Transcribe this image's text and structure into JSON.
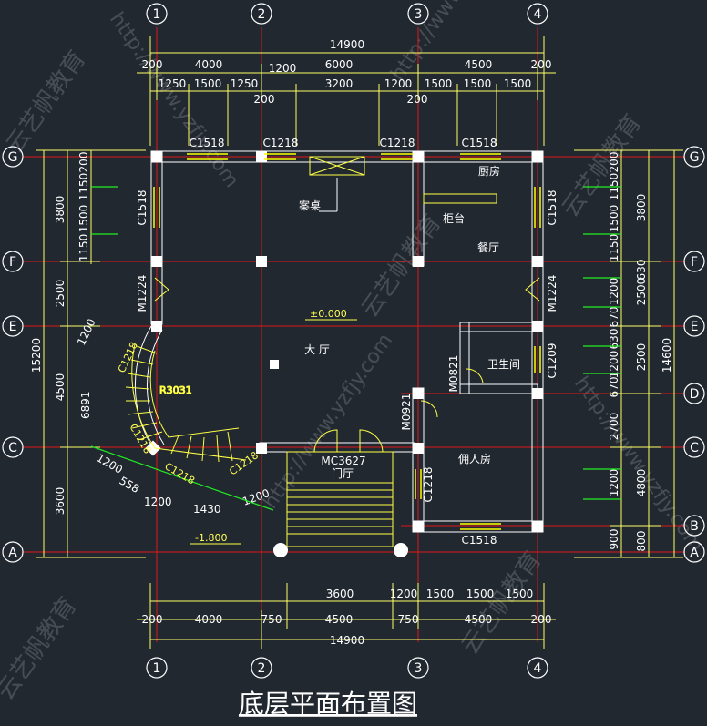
{
  "title": "底层平面布置图",
  "colors": {
    "background": "#212830",
    "grid": "#e01818",
    "dimension": "#ffff66",
    "wall": "#ffffff",
    "window": "#ffff00",
    "aux": "#22ee22"
  },
  "axes": {
    "top": [
      "1",
      "2",
      "3",
      "4"
    ],
    "bottom": [
      "1",
      "2",
      "3",
      "4"
    ],
    "left": [
      "G",
      "F",
      "E",
      "C",
      "A"
    ],
    "right": [
      "G",
      "F",
      "E",
      "D",
      "C",
      "B",
      "A"
    ]
  },
  "dims": {
    "top_total": "14900",
    "top_row": [
      "200",
      "4000",
      "1200",
      "6000",
      "4500",
      "200"
    ],
    "top_row2": [
      "1250",
      "1500",
      "1250",
      "3200",
      "1200",
      "1500",
      "1500",
      "1500"
    ],
    "top_row3": [
      "200",
      "200"
    ],
    "bottom_total": "14900",
    "bottom_row": [
      "200",
      "4000",
      "750",
      "4500",
      "750",
      "4500",
      "200"
    ],
    "bottom_row2": [
      "3600",
      "1200",
      "1500",
      "1500",
      "1500"
    ],
    "left_outer": "15200",
    "left_row": [
      "3800",
      "2500",
      "4500",
      "3600"
    ],
    "left_row2": [
      "200",
      "1150",
      "1500",
      "1150"
    ],
    "right_outer": "14600",
    "right_row": [
      "3800",
      "2500",
      "2500",
      "4800",
      "800"
    ],
    "right_row2": [
      "200",
      "1150",
      "1500",
      "1150",
      "630",
      "1200",
      "670",
      "630",
      "1200",
      "670",
      "2700",
      "1200",
      "900"
    ],
    "stair_dims": [
      "1200",
      "6891",
      "1200",
      "558",
      "1200",
      "1430",
      "1200"
    ]
  },
  "labels": {
    "windows": [
      "C1518",
      "C1218",
      "C1218",
      "C1518",
      "C1518",
      "C1518",
      "C1209",
      "C1218",
      "C1518",
      "C1218",
      "C1218",
      "C1218"
    ],
    "doors": [
      "M1224",
      "M1224",
      "M0821",
      "M0921",
      "MC3627"
    ],
    "rooms": {
      "altar": "案桌",
      "cabinet": "柜台",
      "kitchen": "厨房",
      "dining": "餐厅",
      "hall": "大  厅",
      "bathroom": "卫生间",
      "servant": "佣人房",
      "foyer": "门厅"
    },
    "elevations": {
      "hall": "±0.000",
      "outside": "-1.800"
    },
    "stair_radius": "R3031"
  },
  "watermarks": [
    "云艺帆教育",
    "http://www.yzfjy.com"
  ]
}
